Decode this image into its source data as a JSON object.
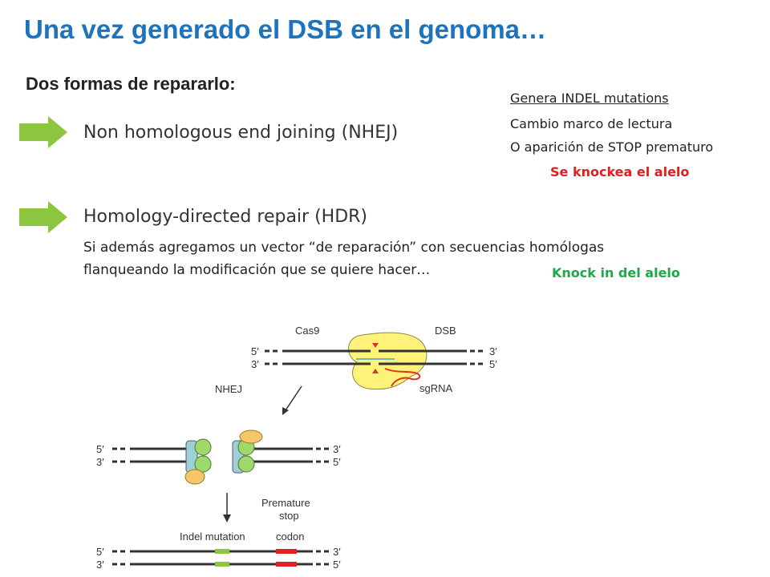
{
  "title": "Una vez generado el DSB en el genoma…",
  "subtitle": "Dos formas de repararlo:",
  "methods": {
    "nhej": "Non homologous end joining (NHEJ)",
    "hdr": "Homology-directed repair (HDR)"
  },
  "nhej_notes": {
    "heading": "Genera INDEL mutations",
    "line1": "Cambio marco de lectura",
    "line2": "O aparición de STOP prematuro",
    "result": "Se knockea el alelo"
  },
  "hdr_notes": {
    "line1": "Si además agregamos un vector “de reparación” con secuencias homólogas",
    "line2": "flanqueando la modificación que se quiere hacer…",
    "result": "Knock in del alelo"
  },
  "diagram": {
    "cas9": "Cas9",
    "dsb": "DSB",
    "sgrna": "sgRNA",
    "nhej": "NHEJ",
    "five_prime": "5′",
    "three_prime": "3′",
    "premature": "Premature",
    "stop": "stop",
    "codon": "codon",
    "indel": "Indel mutation"
  },
  "colors": {
    "title": "#1e73be",
    "arrow": "#8cc63f",
    "knockout": "#e02020",
    "knockin": "#1ea84a",
    "cas9_fill": "#fff27a",
    "ku_green": "#9fd86b",
    "ku_orange": "#f7c66a",
    "ku_teal": "#9ecfd6"
  }
}
